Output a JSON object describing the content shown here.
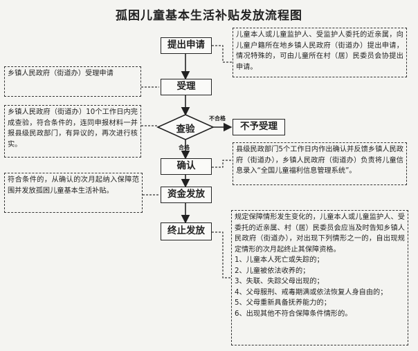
{
  "title": "孤困儿童基本生活补贴发放流程图",
  "steps": {
    "apply": "提出申请",
    "accept": "受理",
    "review": "查验",
    "reject": "不予受理",
    "confirm": "确认",
    "issue": "资金发放",
    "terminate": "终止发放"
  },
  "edge_labels": {
    "fail": "不合格",
    "pass": "合格"
  },
  "notes": {
    "apply": "儿童本人或儿童监护人、受监护人委托的近亲属，向儿童户籍所在地乡镇人民政府（街道办）提出申请，情况特殊的，可由儿童所在村（居）民委员会协提出申请。",
    "accept": "乡镇人民政府（街道办）受理申请",
    "review": "乡镇人民政府（街道办）10个工作日内完成查验，符合条件的，连同申报材料一并报县级民政部门，有异议的，再次进行核实。",
    "confirm": "县级民政部门5个工作日内作出确认并反馈乡镇人民政府（街道办），乡镇人民政府（街道办）负责将儿童信息录入“全国儿童福利信息管理系统”。",
    "issue": "符合条件的，从确认的次月起纳入保障范围并发放孤困儿童基本生活补贴。",
    "terminate_intro": "规定保障情形发生变化的，儿童本人或儿童监护人、受委托的近亲属、村（居）民委员会应当及时告知乡镇人民政府（街道办），对出现下列情形之一的，自出现规定情形的次月起终止其保障资格。",
    "terminate_items": [
      "1、儿童本人死亡或失踪的；",
      "2、儿童被依法收养的；",
      "3、失联、失踪父母出现的；",
      "4、父母服刑、戒毒期满或依法恢复人身自由的；",
      "5、父母重新具备抚养能力的；",
      "6、出现其他不符合保障条件情形的。"
    ]
  }
}
